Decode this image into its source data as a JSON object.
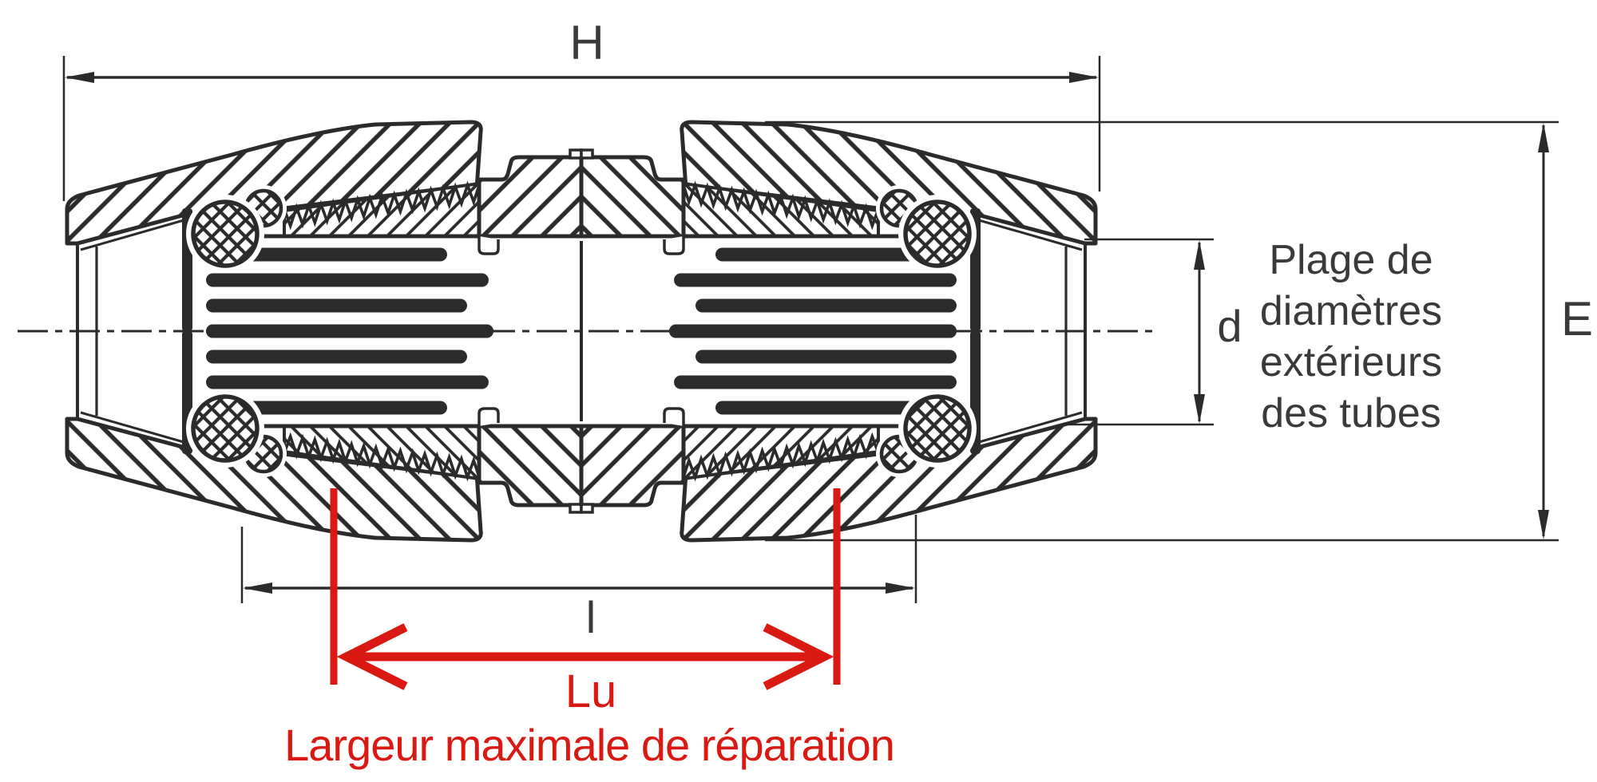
{
  "diagram_title": "Coupling cross-section with dimension annotations",
  "dimensions": {
    "h": "H",
    "l": "l",
    "d": "d",
    "e": "E",
    "lu": "Lu"
  },
  "labels": {
    "tube_range": [
      "Plage de",
      "diamètres",
      "extérieurs",
      "des tubes"
    ],
    "repair_caption": "Largeur maximale de réparation"
  },
  "colors": {
    "line": "#2b2b2b",
    "text": "#3a3a3a",
    "accent_red": "#d91912"
  }
}
